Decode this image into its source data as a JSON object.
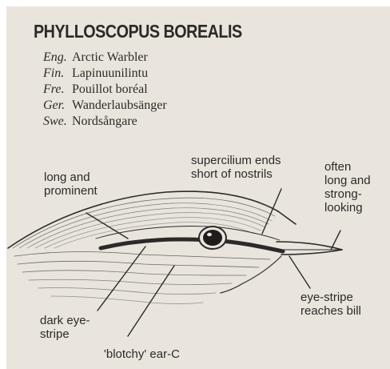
{
  "title": "PHYLLOSCOPUS BOREALIS",
  "names": [
    {
      "lang": "Eng.",
      "name": "Arctic Warbler"
    },
    {
      "lang": "Fin.",
      "name": "Lapinuunilintu"
    },
    {
      "lang": "Fre.",
      "name": "Pouillot boréal"
    },
    {
      "lang": "Ger.",
      "name": "Wanderlaubsänger"
    },
    {
      "lang": "Swe.",
      "name": "Nordsångare"
    }
  ],
  "annotations": {
    "long_prominent": [
      "long and",
      "prominent"
    ],
    "supercilium": [
      "supercilium ends",
      "short of nostrils"
    ],
    "bill": [
      "often",
      "long and",
      "strong-",
      "looking"
    ],
    "eye_stripe_bill": [
      "eye-stripe",
      "reaches bill"
    ],
    "dark_eye_stripe": [
      "dark eye-",
      "stripe"
    ],
    "blotchy": [
      "'blotchy' ear-C"
    ]
  }
}
